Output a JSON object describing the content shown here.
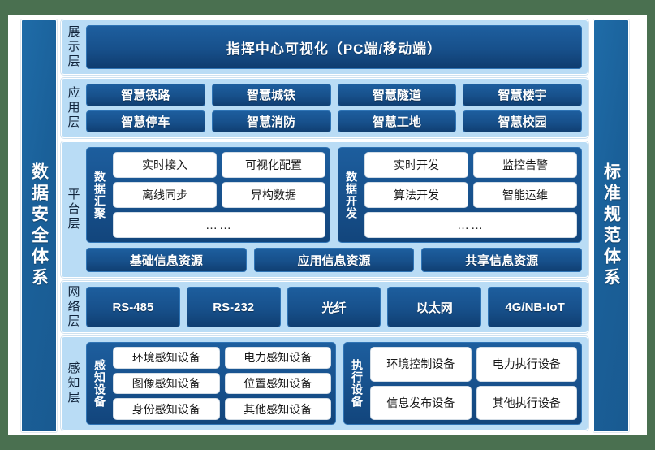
{
  "pillars": {
    "left": {
      "text": "数据安全体系"
    },
    "right": {
      "text": "标准规范体系"
    }
  },
  "layers": [
    {
      "id": "display",
      "label": "展示层",
      "banner": "指挥中心可视化（PC端/移动端）"
    },
    {
      "id": "application",
      "label": "应用层",
      "rows": [
        [
          "智慧铁路",
          "智慧城铁",
          "智慧隧道",
          "智慧楼宇"
        ],
        [
          "智慧停车",
          "智慧消防",
          "智慧工地",
          "智慧校园"
        ]
      ]
    },
    {
      "id": "platform",
      "label": "平台层",
      "groups": [
        {
          "title": "数据汇聚",
          "rows": [
            [
              "实时接入",
              "可视化配置"
            ],
            [
              "离线同步",
              "异构数据"
            ]
          ],
          "more": "……"
        },
        {
          "title": "数据开发",
          "rows": [
            [
              "实时开发",
              "监控告警"
            ],
            [
              "算法开发",
              "智能运维"
            ]
          ],
          "more": "……"
        }
      ],
      "resources": [
        "基础信息资源",
        "应用信息资源",
        "共享信息资源"
      ]
    },
    {
      "id": "network",
      "label": "网络层",
      "items": [
        "RS-485",
        "RS-232",
        "光纤",
        "以太网",
        "4G/NB-IoT"
      ]
    },
    {
      "id": "perception",
      "label": "感知层",
      "groups": [
        {
          "title": "感知设备",
          "rows": [
            [
              "环境感知设备",
              "电力感知设备"
            ],
            [
              "图像感知设备",
              "位置感知设备"
            ],
            [
              "身份感知设备",
              "其他感知设备"
            ]
          ]
        },
        {
          "title": "执行设备",
          "rows": [
            [
              "环境控制设备",
              "电力执行设备"
            ],
            [
              "信息发布设备",
              "其他执行设备"
            ]
          ]
        }
      ]
    }
  ],
  "colors": {
    "page_background": "#4a7050",
    "canvas": "#ffffff",
    "layer_fill": "#b9dcf5",
    "chip_dark_blue": "#17508b",
    "pillar_blue": "#1a6099",
    "pill_white": "#ffffff"
  }
}
